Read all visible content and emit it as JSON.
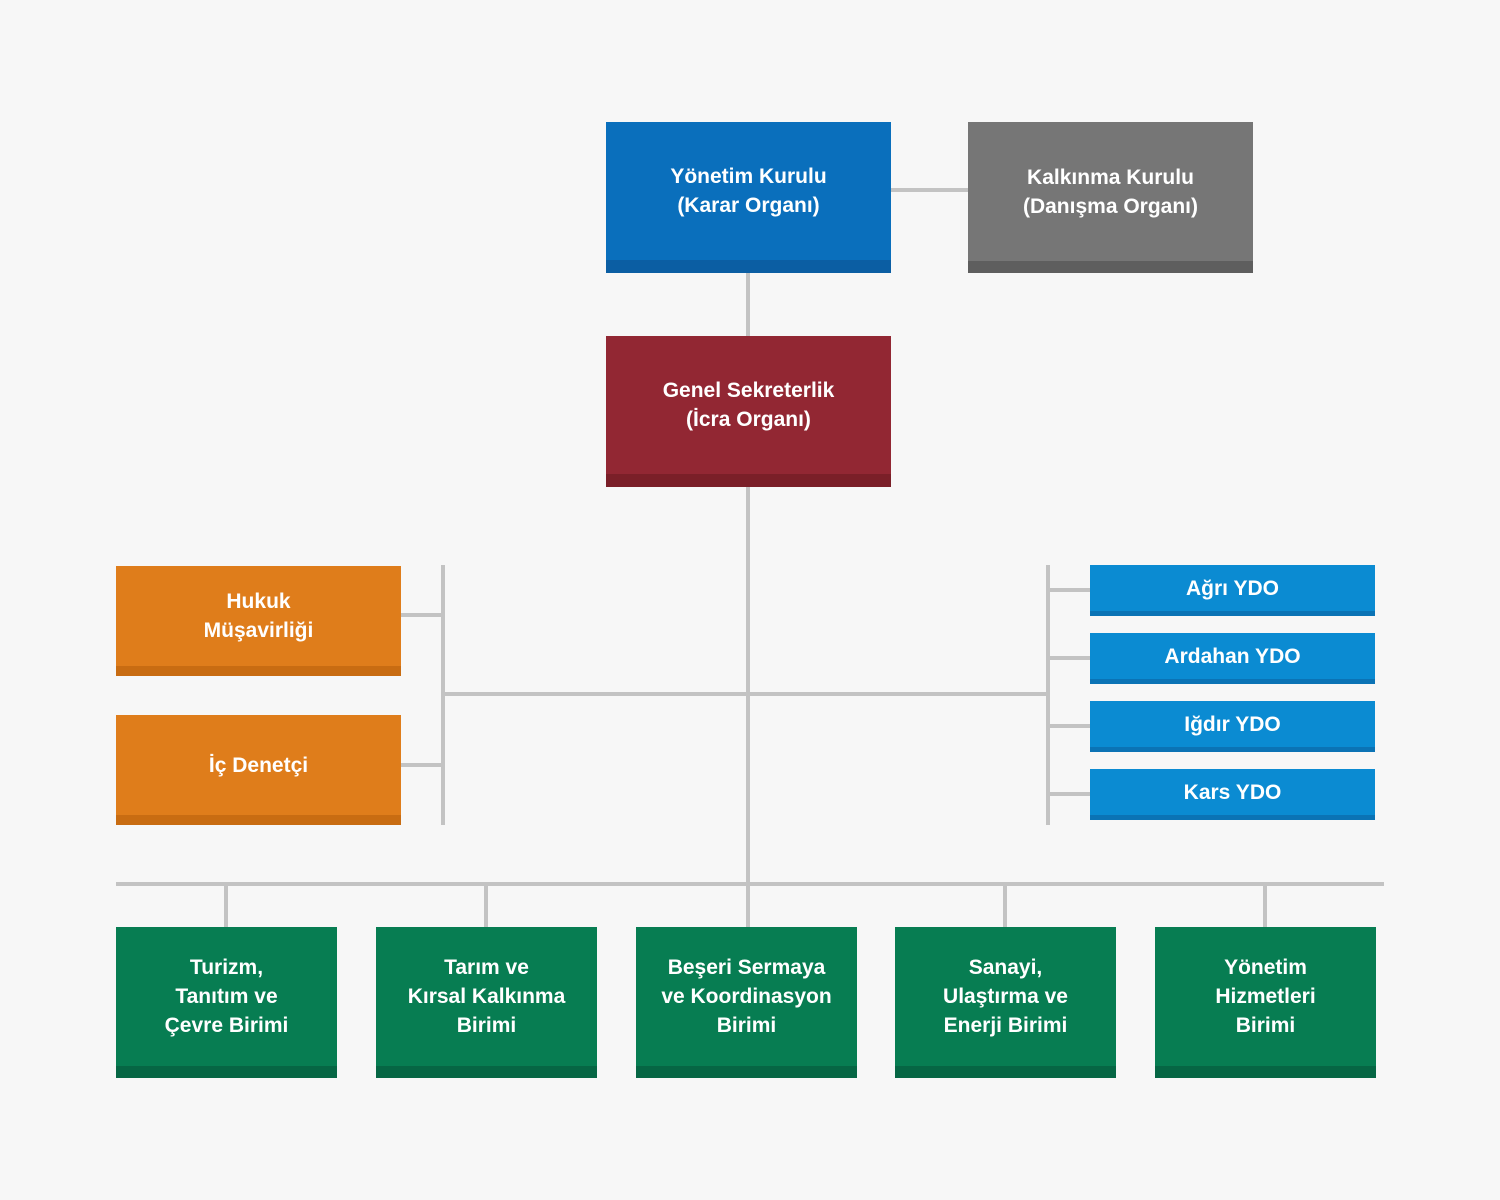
{
  "top": {
    "board": "Yönetim Kurulu\n(Karar Organı)",
    "council": "Kalkınma Kurulu\n(Danışma Organı)",
    "secretariat": "Genel Sekreterlik\n(İcra Organı)"
  },
  "staff": {
    "legal": "Hukuk\nMüşavirliği",
    "auditor": "İç Denetçi"
  },
  "offices": [
    "Ağrı YDO",
    "Ardahan YDO",
    "Iğdır YDO",
    "Kars YDO"
  ],
  "units": [
    "Turizm,\nTanıtım ve\nÇevre Birimi",
    "Tarım ve\nKırsal Kalkınma\nBirimi",
    "Beşeri Sermaya\nve Koordinasyon\nBirimi",
    "Sanayi,\nUlaştırma ve\nEnerji Birimi",
    "Yönetim\nHizmetleri\nBirimi"
  ],
  "colors": {
    "board": "#0a6fbc",
    "council": "#767676",
    "secretariat": "#922733",
    "staff": "#df7d1b",
    "offices": "#0b8bd2",
    "units": "#077d52",
    "connector": "#c3c3c3",
    "background": "#f7f7f7"
  }
}
